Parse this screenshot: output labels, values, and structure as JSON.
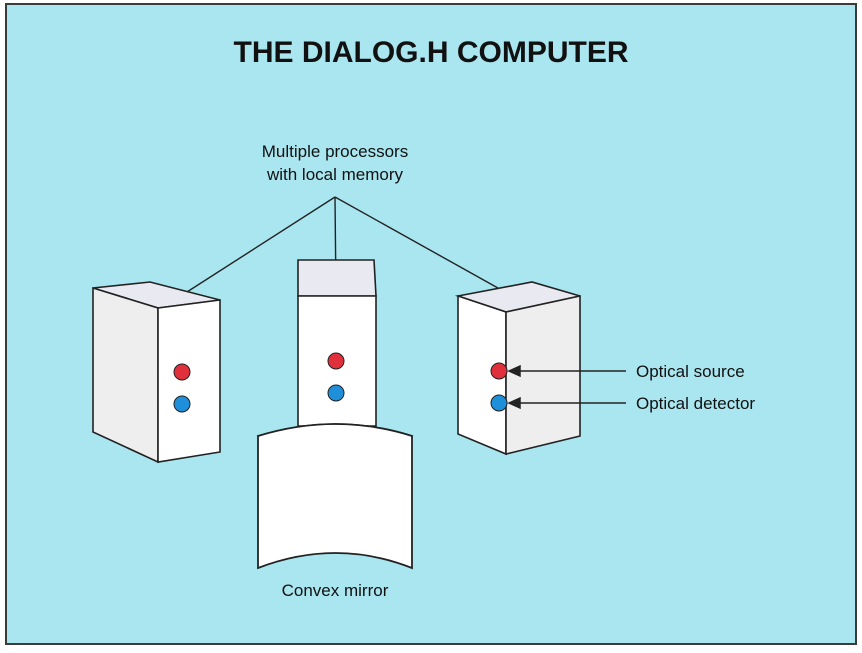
{
  "title": "THE DIALOG.H COMPUTER",
  "labels": {
    "processors_line1": "Multiple processors",
    "processors_line2": "with local memory",
    "optical_source": "Optical source",
    "optical_detector": "Optical detector",
    "mirror": "Convex mirror"
  },
  "colors": {
    "background": "#a9e6ef",
    "frame_border": "#3a3a3a",
    "box_front": "#ffffff",
    "box_side": "#eeeeee",
    "box_top": "#e9e9f1",
    "source_led": "#e0303c",
    "detector_led": "#1e8fd8"
  },
  "icons": [
    "processor-box",
    "optical-source-led",
    "optical-detector-led",
    "convex-mirror"
  ]
}
